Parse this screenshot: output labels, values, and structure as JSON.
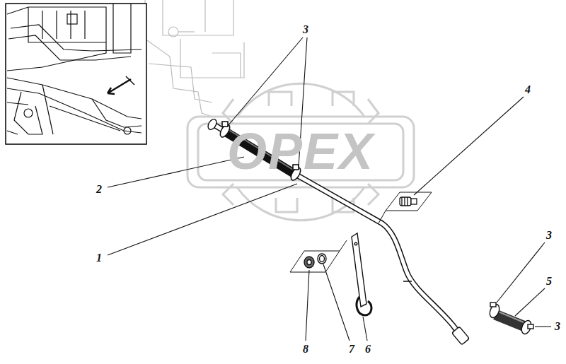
{
  "diagram": {
    "labels": [
      "3",
      "4",
      "2",
      "1",
      "3",
      "5",
      "3",
      "8",
      "7",
      "6",
      "OPEX"
    ]
  }
}
